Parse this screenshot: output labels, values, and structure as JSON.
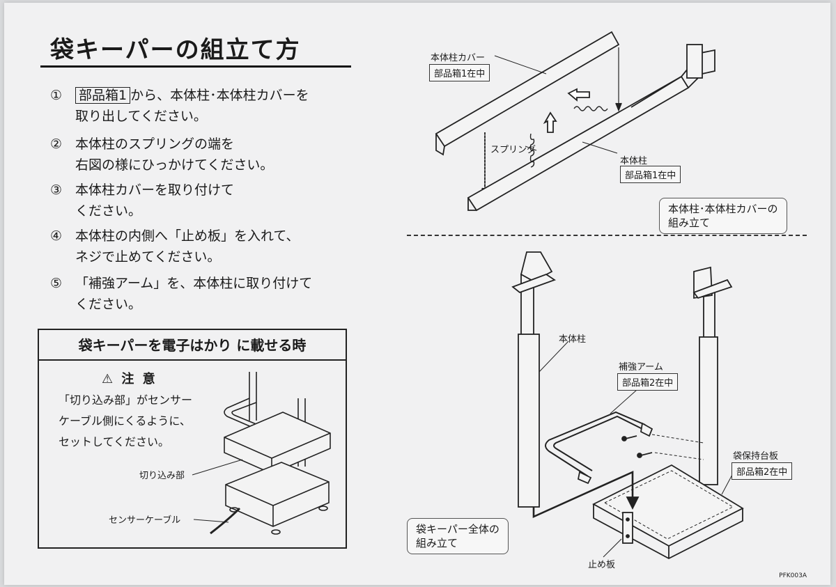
{
  "title": "袋キーパーの組立て方",
  "steps": [
    {
      "num": "①",
      "box": "部品箱1",
      "line1": "から、本体柱･本体柱カバーを",
      "line2": "取り出してください。"
    },
    {
      "num": "②",
      "line1": "本体柱のスプリングの端を",
      "line2": "右図の様にひっかけてください。"
    },
    {
      "num": "③",
      "line1": "本体柱カバーを取り付けて",
      "line2": "ください。"
    },
    {
      "num": "④",
      "line1": "本体柱の内側へ「止め板」を入れて、",
      "line2": "ネジで止めてください。"
    },
    {
      "num": "⑤",
      "line1": "「補強アーム」を、本体柱に取り付けて",
      "line2": "ください。"
    }
  ],
  "note": {
    "heading": "袋キーパーを電子はかり に載せる時",
    "caution": "⚠ 注 意",
    "lines": [
      "「切り込み部」がセンサー",
      "ケーブル側にくるように、",
      "セットしてください。"
    ],
    "label_notch": "切り込み部",
    "label_cable": "センサーケーブル"
  },
  "diagram_top": {
    "cover_label": "本体柱カバー",
    "cover_box": "部品箱1在中",
    "spring_label": "スプリング",
    "column_label": "本体柱",
    "column_box": "部品箱1在中",
    "caption": [
      "本体柱･本体柱カバーの",
      "組み立て"
    ]
  },
  "diagram_bottom": {
    "column_label": "本体柱",
    "arm_label": "補強アーム",
    "arm_box": "部品箱2在中",
    "base_label": "袋保持台板",
    "base_box": "部品箱2在中",
    "stopper_label": "止め板",
    "caption": [
      "袋キーパー全体の",
      "組み立て"
    ]
  },
  "doc_code": "PFK003A"
}
